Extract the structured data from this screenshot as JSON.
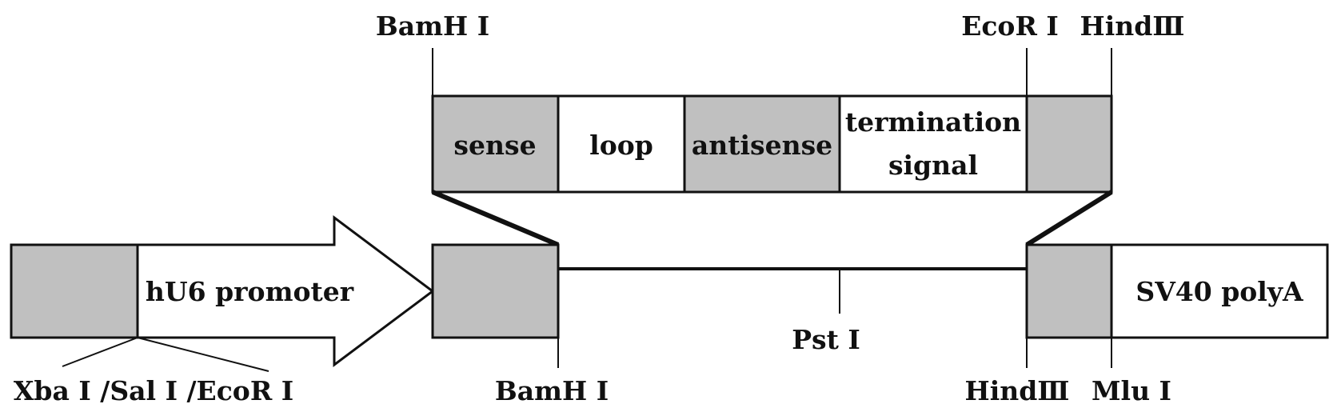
{
  "colors": {
    "shaded_fill": "#c0c0c0",
    "plain_fill": "#ffffff",
    "stroke": "#111111"
  },
  "insert": {
    "sense": "sense",
    "loop": "loop",
    "antisense": "antisense",
    "termination_line1": "termination",
    "termination_line2": "signal"
  },
  "vector": {
    "promoter": "hU6 promoter",
    "polya": "SV40 polyA"
  },
  "sites": {
    "top_left": "BamH Ⅰ",
    "top_ecor": "EcoR Ⅰ",
    "top_hind": "HindⅢ",
    "bottom_xba": "Xba Ⅰ /Sal Ⅰ /EcoR Ⅰ",
    "bottom_bamh": "BamH Ⅰ",
    "bottom_pst": "Pst Ⅰ",
    "bottom_hind": "HindⅢ",
    "bottom_mlu": "Mlu Ⅰ"
  }
}
